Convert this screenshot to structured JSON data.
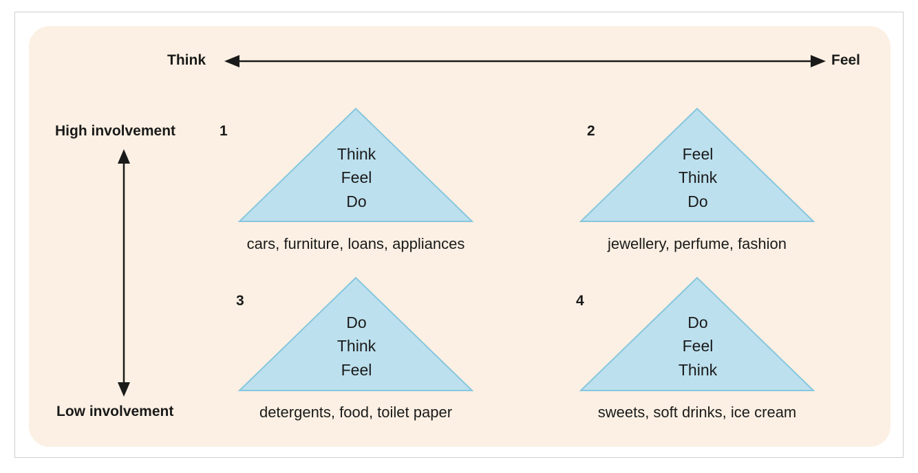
{
  "axes": {
    "horizontal": {
      "left_label": "Think",
      "right_label": "Feel"
    },
    "vertical": {
      "top_label": "High involvement",
      "bottom_label": "Low involvement"
    }
  },
  "colors": {
    "panel_background": "#fbf0e3",
    "triangle_fill": "#bde0ee",
    "triangle_stroke": "#86c6de",
    "arrow": "#1a1a1a"
  },
  "quadrants": [
    {
      "number": "1",
      "sequence": [
        "Think",
        "Feel",
        "Do"
      ],
      "caption": "cars, furniture, loans, appliances"
    },
    {
      "number": "2",
      "sequence": [
        "Feel",
        "Think",
        "Do"
      ],
      "caption": "jewellery, perfume, fashion"
    },
    {
      "number": "3",
      "sequence": [
        "Do",
        "Think",
        "Feel"
      ],
      "caption": "detergents, food, toilet paper"
    },
    {
      "number": "4",
      "sequence": [
        "Do",
        "Feel",
        "Think"
      ],
      "caption": "sweets, soft drinks, ice cream"
    }
  ]
}
